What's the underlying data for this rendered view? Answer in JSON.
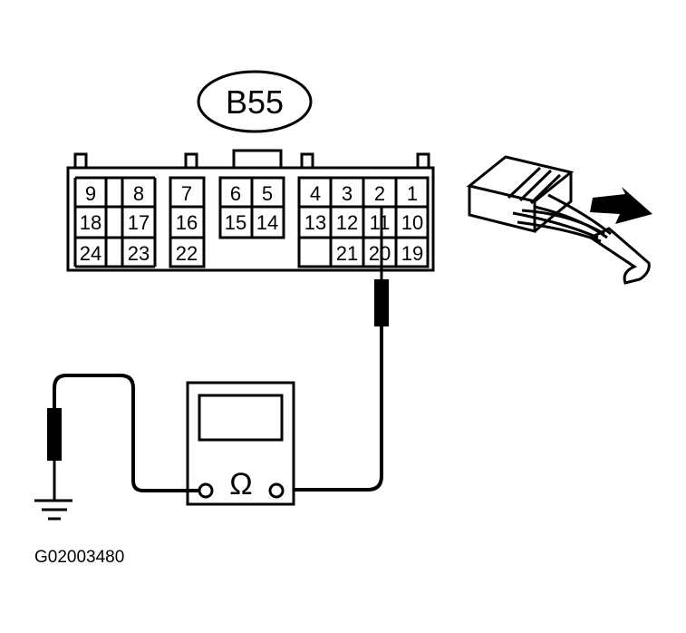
{
  "connector": {
    "id": "B55",
    "pins": {
      "p1": "1",
      "p2": "2",
      "p3": "3",
      "p4": "4",
      "p5": "5",
      "p6": "6",
      "p7": "7",
      "p8": "8",
      "p9": "9",
      "p10": "10",
      "p11": "11",
      "p12": "12",
      "p13": "13",
      "p14": "14",
      "p15": "15",
      "p16": "16",
      "p17": "17",
      "p18": "18",
      "p19": "19",
      "p20": "20",
      "p21": "21",
      "p22": "22",
      "p23": "23",
      "p24": "24"
    }
  },
  "meter": {
    "symbol": "Ω"
  },
  "figure_id": "G02003480"
}
